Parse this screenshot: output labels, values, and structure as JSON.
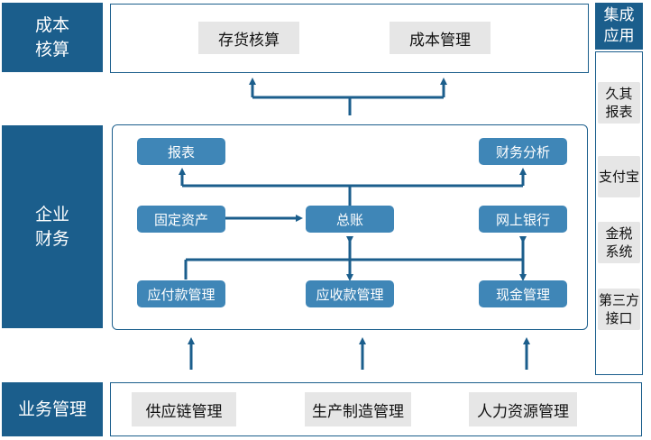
{
  "labels": {
    "cost_accounting": "成本\n核算",
    "enterprise_finance": "企业\n财务",
    "business_management": "业务管理",
    "integration": "集成\n应用"
  },
  "cost_boxes": {
    "inventory": "存货核算",
    "cost_management": "成本管理"
  },
  "finance_nodes": {
    "reports": "报表",
    "financial_analysis": "财务分析",
    "fixed_assets": "固定资产",
    "general_ledger": "总账",
    "online_banking": "网上银行",
    "accounts_payable": "应付款管理",
    "accounts_receivable": "应收款管理",
    "cash_management": "现金管理"
  },
  "business_boxes": {
    "supply_chain": "供应链管理",
    "production": "生产制造管理",
    "hr": "人力资源管理"
  },
  "integration_items": [
    "久其\n报表",
    "支付宝",
    "金税\n系统",
    "第三方\n接口"
  ],
  "colors": {
    "label_blue": "#1b5e8c",
    "node_blue": "#3f86b7",
    "line_blue": "#1b5e8c",
    "grey": "#e6e6e6"
  }
}
